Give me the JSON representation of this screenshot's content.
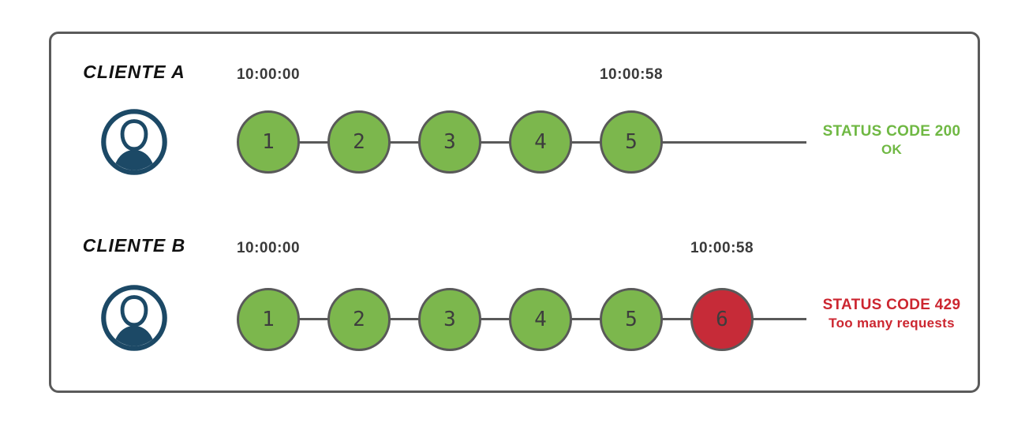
{
  "colors": {
    "frame_border": "#5a5a5a",
    "timeline_line": "#595959",
    "request_ok_fill": "#7cb74d",
    "request_blocked_fill": "#c62b38",
    "request_border": "#595959",
    "status_ok_text": "#6fb843",
    "status_blocked_text": "#cc2630",
    "client_icon_color": "#1c4966",
    "timestamp_text": "#3a3a3a"
  },
  "icons": {
    "client": "person-in-circle-icon"
  },
  "rows": [
    {
      "client_label": "CLIENTE A",
      "start_time": "10:00:00",
      "end_time": "10:00:58",
      "requests": [
        "1",
        "2",
        "3",
        "4",
        "5"
      ],
      "status_code_line": "STATUS CODE 200",
      "status_message_line": "OK"
    },
    {
      "client_label": "CLIENTE B",
      "start_time": "10:00:00",
      "end_time": "10:00:58",
      "requests": [
        "1",
        "2",
        "3",
        "4",
        "5",
        "6"
      ],
      "status_code_line": "STATUS CODE 429",
      "status_message_line": "Too many requests"
    }
  ]
}
